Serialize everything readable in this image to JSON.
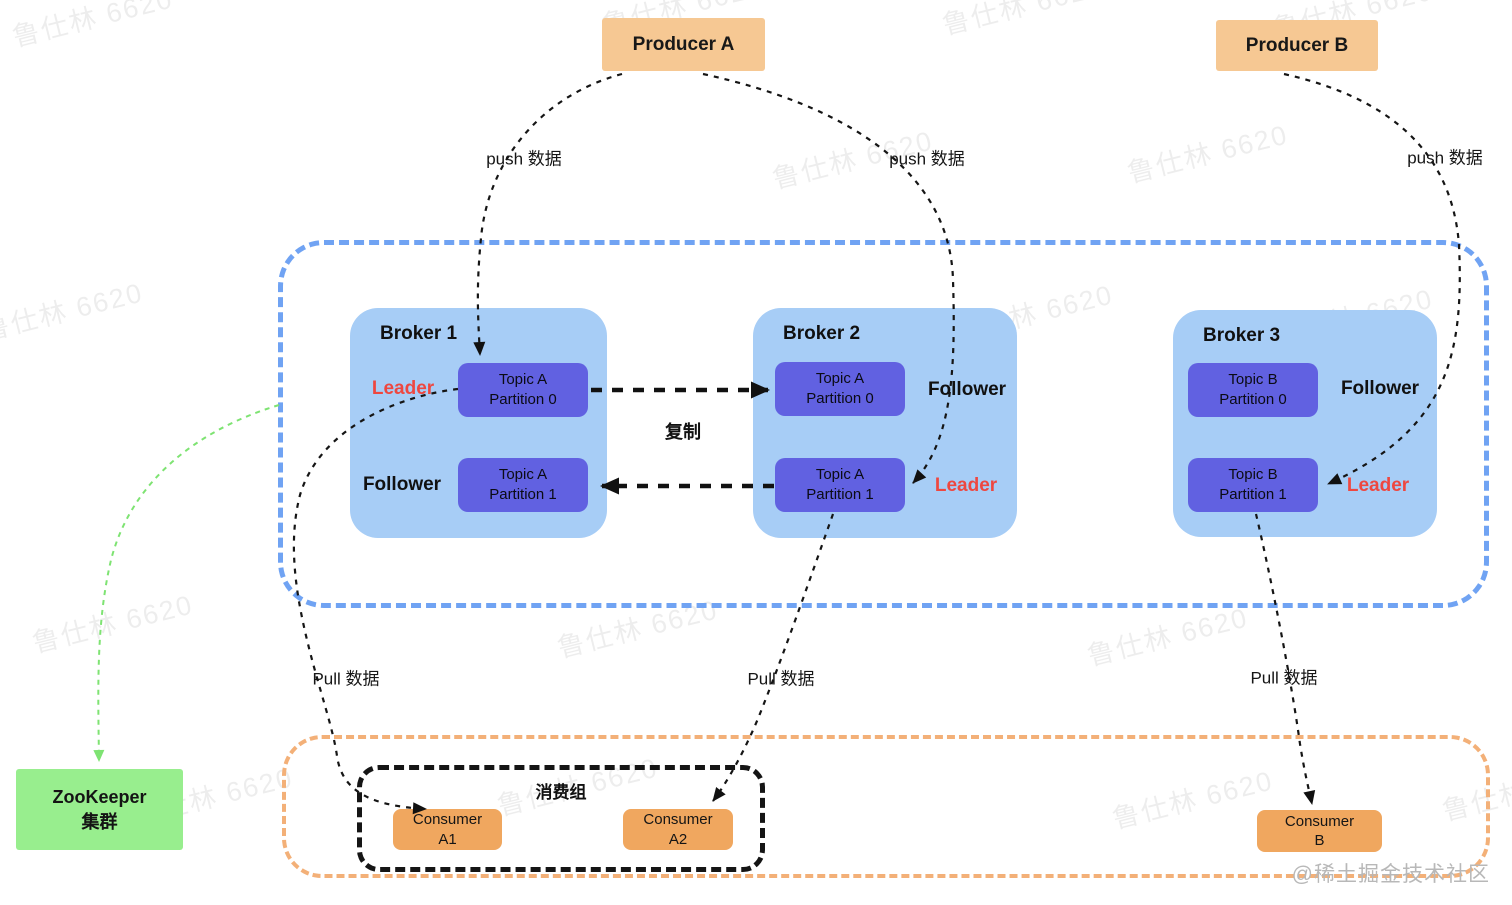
{
  "producers": {
    "a": "Producer A",
    "b": "Producer B"
  },
  "flow_labels": {
    "push": "push 数据",
    "pull": "Pull 数据",
    "replication": "复制"
  },
  "cluster": {
    "brokers": [
      {
        "title": "Broker 1",
        "partition_top": {
          "line1": "Topic A",
          "line2": "Partition 0",
          "role": "Leader"
        },
        "partition_bottom": {
          "line1": "Topic A",
          "line2": "Partition 1",
          "role": "Follower"
        }
      },
      {
        "title": "Broker 2",
        "partition_top": {
          "line1": "Topic A",
          "line2": "Partition 0",
          "role": "Follower"
        },
        "partition_bottom": {
          "line1": "Topic A",
          "line2": "Partition 1",
          "role": "Leader"
        }
      },
      {
        "title": "Broker 3",
        "partition_top": {
          "line1": "Topic B",
          "line2": "Partition 0",
          "role": "Follower"
        },
        "partition_bottom": {
          "line1": "Topic B",
          "line2": "Partition 1",
          "role": "Leader"
        }
      }
    ]
  },
  "zookeeper": {
    "line1": "ZooKeeper",
    "line2": "集群"
  },
  "consumer_group": {
    "title": "消费组",
    "consumers": [
      {
        "line1": "Consumer",
        "line2": "A1"
      },
      {
        "line1": "Consumer",
        "line2": "A2"
      }
    ]
  },
  "consumer_b": {
    "line1": "Consumer",
    "line2": "B"
  },
  "watermark": {
    "text": "鲁仕林 6620",
    "credit": "@稀土掘金技术社区"
  },
  "colors": {
    "producer_fill": "#f6c893",
    "consumer_fill": "#f0a75f",
    "broker_fill": "#a7cdf6",
    "partition_fill": "#6161e1",
    "cluster_border": "#70a3f3",
    "group_border": "#f3b078",
    "zookeeper_fill": "#98ee8e",
    "leader_color": "#ee4740",
    "zookeeper_link": "#7ee372"
  }
}
